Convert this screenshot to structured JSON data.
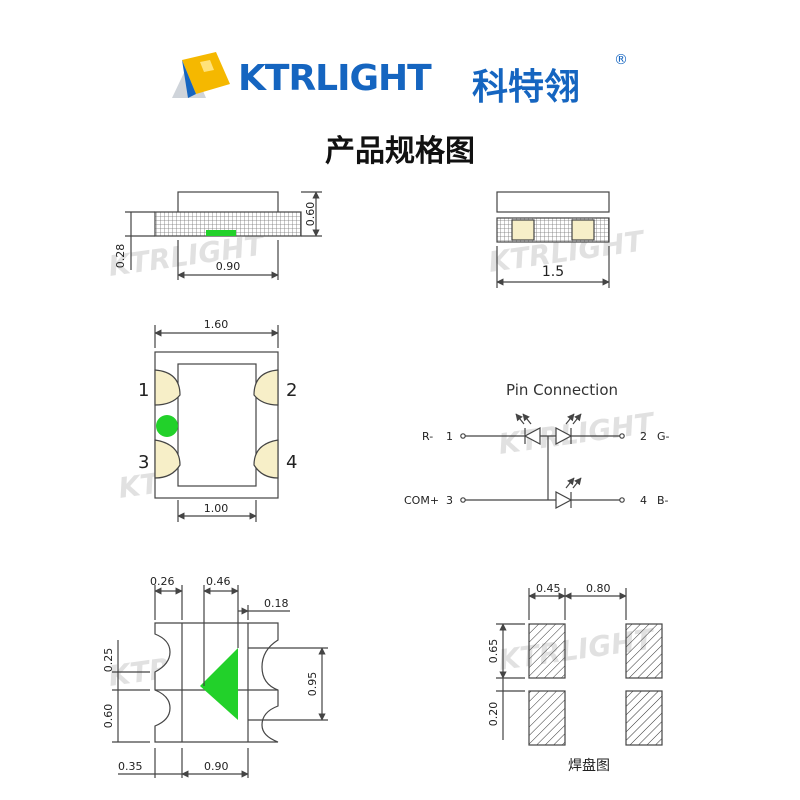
{
  "header": {
    "brand_name": "KTRLIGHT",
    "brand_cn": "科特翎",
    "registered_mark": "®",
    "page_title": "产品规格图"
  },
  "colors": {
    "brand_blue": "#1565c0",
    "logo_yellow": "#f5b800",
    "led_green": "#22d12a",
    "pad_cream": "#f7efc8",
    "line": "#444444"
  },
  "side_view": {
    "dim_height": "0.60",
    "dim_lower": "0.28",
    "dim_width": "0.90"
  },
  "end_view": {
    "dim_length": "1.5"
  },
  "top_view": {
    "dim_top": "1.60",
    "dim_bottom": "1.00",
    "pins": [
      "1",
      "2",
      "3",
      "4"
    ]
  },
  "pin_connection": {
    "title": "Pin Connection",
    "left_labels": [
      {
        "name": "R-",
        "pin": "1"
      },
      {
        "name": "COM+",
        "pin": "3"
      }
    ],
    "right_labels": [
      {
        "pin": "2",
        "name": "G-"
      },
      {
        "pin": "4",
        "name": "B-"
      }
    ]
  },
  "bottom_view": {
    "dims": [
      "0.26",
      "0.46",
      "0.18",
      "0.25",
      "0.60",
      "0.95",
      "0.35",
      "0.90"
    ]
  },
  "pad_layout": {
    "dim_h1": "0.45",
    "dim_h2": "0.80",
    "dim_v1": "0.65",
    "dim_v2": "0.20",
    "caption": "焊盘图"
  }
}
